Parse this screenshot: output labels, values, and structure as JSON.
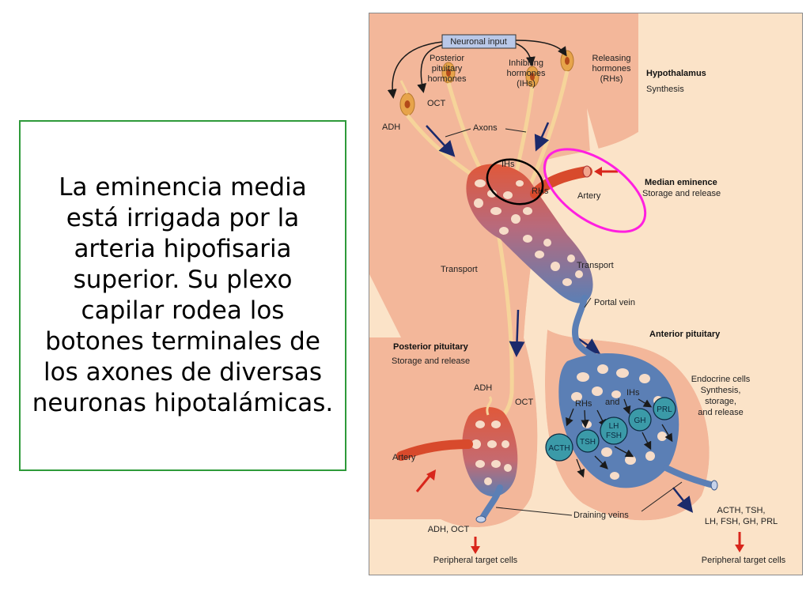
{
  "text_box": {
    "paragraph": "La eminencia media está irrigada por la arteria hipofisaria superior. Su plexo capilar rodea los botones terminales de los axones de diversas neuronas hipotalámicas."
  },
  "diagram": {
    "neuronal_input": "Neuronal input",
    "posterior_pituitary_hormones": [
      "Posterior",
      "pituitary",
      "hormones"
    ],
    "inhibiting_hormones": [
      "Inhibiting",
      "hormones",
      "(IHs)"
    ],
    "releasing_hormones": [
      "Releasing",
      "hormones",
      "(RHs)"
    ],
    "hypothalamus_title": "Hypothalamus",
    "hypothalamus_sub": "Synthesis",
    "oct_top": "OCT",
    "adh_top": "ADH",
    "axons": "Axons",
    "ihs_circle": "IHs",
    "rhs_label": "RHs",
    "artery_top": "Artery",
    "median_eminence_title": "Median eminence",
    "median_eminence_sub": "Storage and release",
    "transport_left": "Transport",
    "transport_right": "Transport",
    "portal_vein": "Portal vein",
    "anterior_pituitary": "Anterior pituitary",
    "posterior_pituitary_title": "Posterior pituitary",
    "posterior_pituitary_sub": "Storage and release",
    "endocrine_cells": [
      "Endocrine cells",
      "Synthesis,",
      "storage,",
      "and release"
    ],
    "adh_lobe": "ADH",
    "oct_lobe": "OCT",
    "rhs_lobe": "RHs",
    "and_lobe": "and",
    "ihs_lobe": "IHs",
    "cells": {
      "acth": "ACTH",
      "tsh": "TSH",
      "lh_fsh": [
        "LH",
        "FSH"
      ],
      "gh": "GH",
      "prl": "PRL"
    },
    "artery_bottom": "Artery",
    "draining_veins": "Draining veins",
    "adh_oct_bottom": "ADH, OCT",
    "anterior_hormones": [
      "ACTH, TSH,",
      "LH, FSH, GH, PRL"
    ],
    "peripheral_left": "Peripheral target cells",
    "peripheral_right": "Peripheral target cells"
  },
  "colors": {
    "background": "#fbe3c8",
    "tissue": "#f3b79a",
    "artery": "#e0583a",
    "vein": "#5b7fb5",
    "cell": "#3b9aa8",
    "highlight_magenta": "#ff1fe0",
    "highlight_black": "#000000",
    "box_border": "#2e9a3a"
  }
}
